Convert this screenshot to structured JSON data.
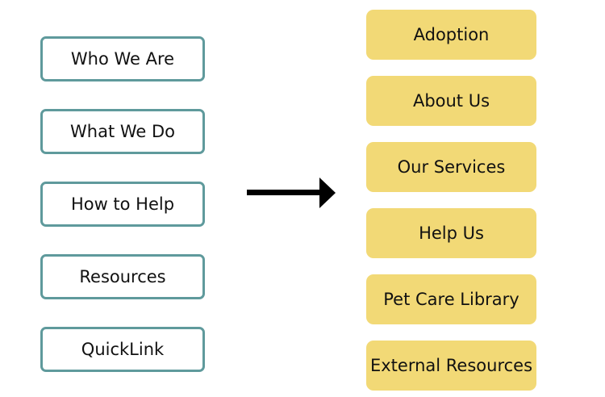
{
  "current_nav": {
    "items": [
      "Who We Are",
      "What We Do",
      "How to Help",
      "Resources",
      "QuickLink"
    ]
  },
  "proposed_nav": {
    "items": [
      "Adoption",
      "About Us",
      "Our Services",
      "Help Us",
      "Pet Care Library",
      "External Resources"
    ]
  },
  "colors": {
    "old_border": "#5f9a9c",
    "new_fill": "#f2d976",
    "arrow": "#000000"
  }
}
